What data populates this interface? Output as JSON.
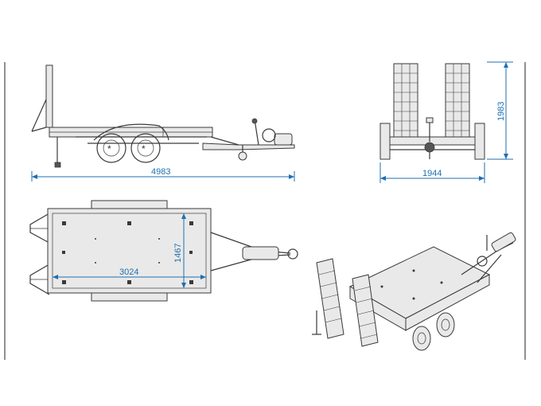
{
  "dimensions": {
    "side_length": "4983",
    "front_height": "1983",
    "front_width": "1944",
    "deck_length": "3024",
    "deck_width": "1467"
  },
  "colors": {
    "dimension_line": "#1f6fb0",
    "drawing_line": "#3a3a3a",
    "background": "#ffffff"
  },
  "views": [
    "side-view",
    "front-view",
    "top-view",
    "isometric-view"
  ]
}
